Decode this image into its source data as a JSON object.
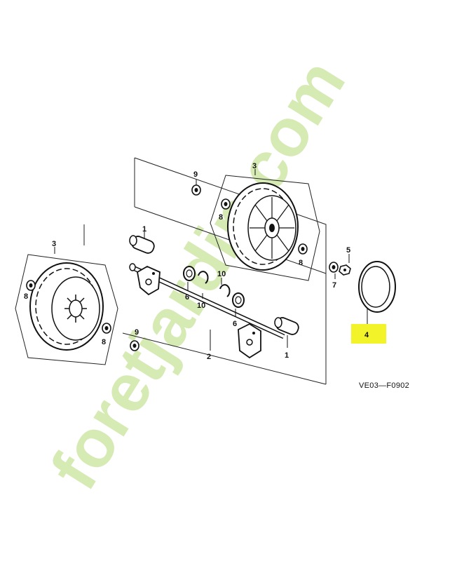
{
  "diagram": {
    "figure_code": "VE03—F0902",
    "callouts": {
      "c1_top": "1",
      "c1_bottom": "1",
      "c2": "2",
      "c3_left": "3",
      "c3_right": "3",
      "c4": "4",
      "c5": "5",
      "c6_left": "6",
      "c6_right": "6",
      "c7": "7",
      "c8_a": "8",
      "c8_b": "8",
      "c8_c": "8",
      "c8_d": "8",
      "c9_top": "9",
      "c9_bottom": "9",
      "c10_left": "10",
      "c10_right": "10"
    },
    "highlight_color": "#f3f32a"
  },
  "watermark": {
    "text": "foretjardin.com",
    "colors": {
      "fore": "#cfe7a8",
      "t": "#f6c79a",
      "jardin": "#cfe7a8",
      "com": "#cfc6bb"
    }
  }
}
